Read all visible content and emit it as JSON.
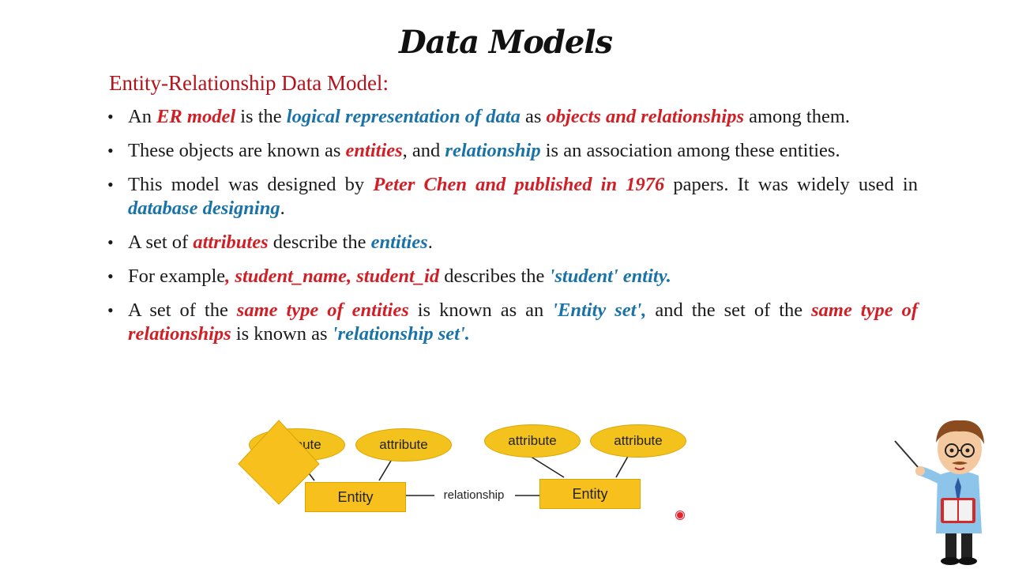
{
  "title": "Data Models",
  "subheading": "Entity-Relationship Data Model:",
  "bullets": [
    [
      {
        "t": "An ",
        "s": ""
      },
      {
        "t": "ER model",
        "s": "red"
      },
      {
        "t": " is the ",
        "s": ""
      },
      {
        "t": "logical representation of data",
        "s": "blue"
      },
      {
        "t": " as ",
        "s": ""
      },
      {
        "t": "objects and relationships",
        "s": "red"
      },
      {
        "t": " among them.",
        "s": ""
      }
    ],
    [
      {
        "t": "These objects are known as ",
        "s": ""
      },
      {
        "t": "entities",
        "s": "red"
      },
      {
        "t": ", and ",
        "s": ""
      },
      {
        "t": "relationship",
        "s": "blue"
      },
      {
        "t": " is an association among these entities.",
        "s": ""
      }
    ],
    [
      {
        "t": "This model was designed by ",
        "s": ""
      },
      {
        "t": "Peter Chen and published in 1976",
        "s": "red"
      },
      {
        "t": " papers. It was widely used in ",
        "s": ""
      },
      {
        "t": "database designing",
        "s": "blue"
      },
      {
        "t": ".",
        "s": ""
      }
    ],
    [
      {
        "t": "A set of ",
        "s": ""
      },
      {
        "t": "attributes",
        "s": "red"
      },
      {
        "t": " describe the ",
        "s": ""
      },
      {
        "t": "entities",
        "s": "blue"
      },
      {
        "t": ".",
        "s": ""
      }
    ],
    [
      {
        "t": "For example",
        "s": ""
      },
      {
        "t": ", student_name, student_id",
        "s": "red"
      },
      {
        "t": " describes the ",
        "s": ""
      },
      {
        "t": "'student' entity.",
        "s": "blue"
      }
    ],
    [
      {
        "t": "A set of the ",
        "s": ""
      },
      {
        "t": "same type of entities",
        "s": "red"
      },
      {
        "t": " is known as an ",
        "s": ""
      },
      {
        "t": "'Entity set',",
        "s": "blue"
      },
      {
        "t": " and the set of the ",
        "s": ""
      },
      {
        "t": "same type of relationships",
        "s": "red"
      },
      {
        "t": " is known as ",
        "s": ""
      },
      {
        "t": "'relationship set'.",
        "s": "blue"
      }
    ]
  ],
  "diagram": {
    "attributes": [
      "attribute",
      "attribute",
      "attribute",
      "attribute"
    ],
    "entities": [
      "Entity",
      "Entity"
    ],
    "relationship": "relationship"
  },
  "colors": {
    "heading_red": "#b5121b",
    "emphasis_red": "#d21f26",
    "emphasis_blue": "#1a73a8",
    "diagram_yellow": "#f4c21d"
  },
  "icons": [
    "teacher-illustration",
    "laser-pointer-dot"
  ]
}
